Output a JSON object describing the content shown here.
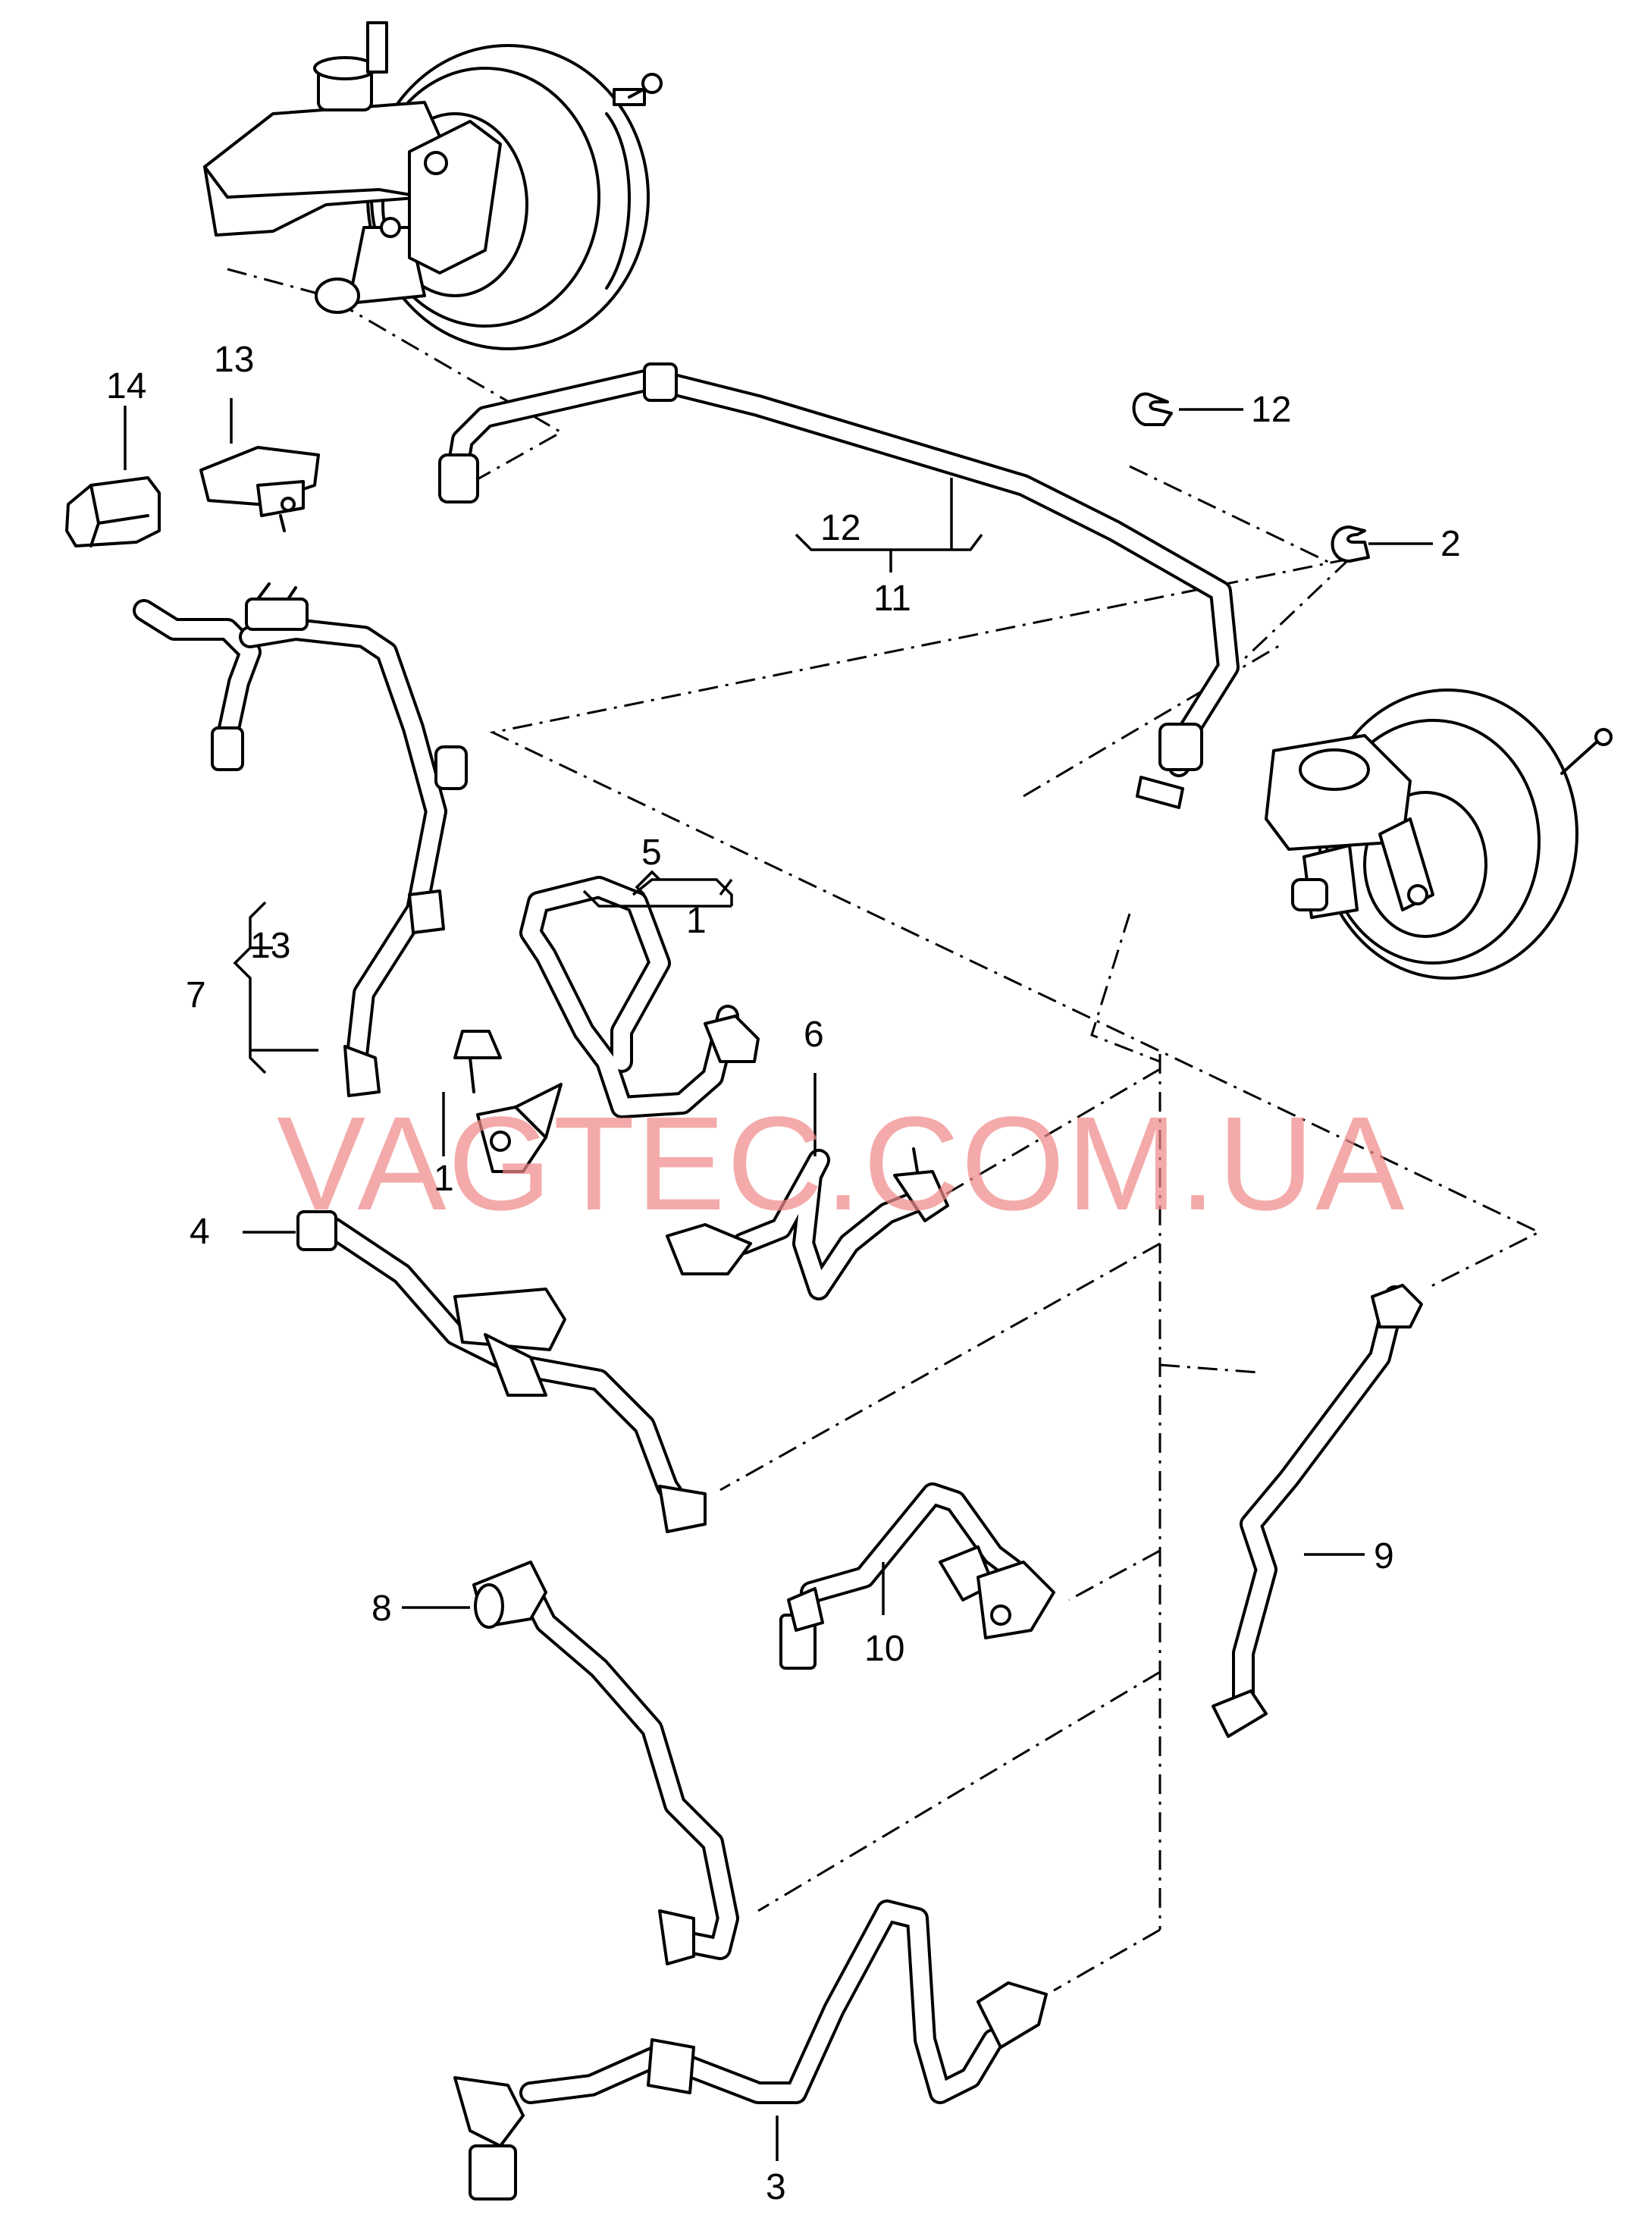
{
  "watermark": "VAGTEC.COM.UA",
  "labels": {
    "l1a": "1",
    "l1b": "1",
    "l2": "2",
    "l3": "3",
    "l4": "4",
    "l5": "5",
    "l6": "6",
    "l7": "7",
    "l8": "8",
    "l9": "9",
    "l10": "10",
    "l11": "11",
    "l12a": "12",
    "l12b": "12",
    "l13a": "13",
    "l13b": "13",
    "l14": "14"
  },
  "colors": {
    "watermark": "#f08a8a",
    "line": "#000000",
    "background": "#ffffff"
  }
}
